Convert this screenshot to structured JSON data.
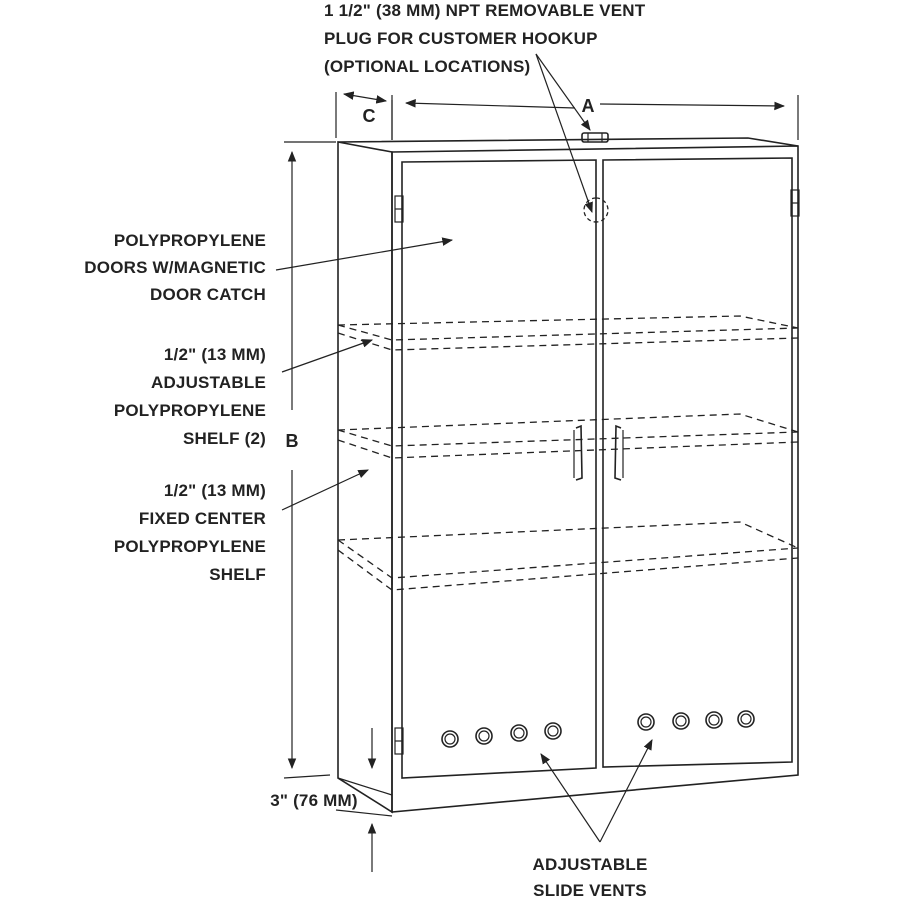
{
  "callouts": {
    "vent_plug": [
      "1 1/2\"  (38 MM) NPT REMOVABLE VENT",
      "PLUG FOR CUSTOMER HOOKUP",
      "(OPTIONAL LOCATIONS)"
    ],
    "doors": [
      "POLYPROPYLENE",
      "DOORS W/MAGNETIC",
      "DOOR CATCH"
    ],
    "adjustable_shelf": [
      "1/2\" (13 MM)",
      "ADJUSTABLE",
      "POLYPROPYLENE",
      "SHELF (2)"
    ],
    "fixed_shelf": [
      "1/2\" (13 MM)",
      "FIXED CENTER",
      "POLYPROPYLENE",
      "SHELF"
    ],
    "base": "3\" (76 MM)",
    "slide_vents": [
      "ADJUSTABLE",
      "SLIDE VENTS"
    ]
  },
  "dimensions": {
    "width": "A",
    "height": "B",
    "depth": "C"
  },
  "icons": {
    "arrowhead": "arrowhead-icon",
    "handle": "door-handle-icon",
    "hinge": "hinge-icon",
    "vent": "vent-circle-icon"
  }
}
